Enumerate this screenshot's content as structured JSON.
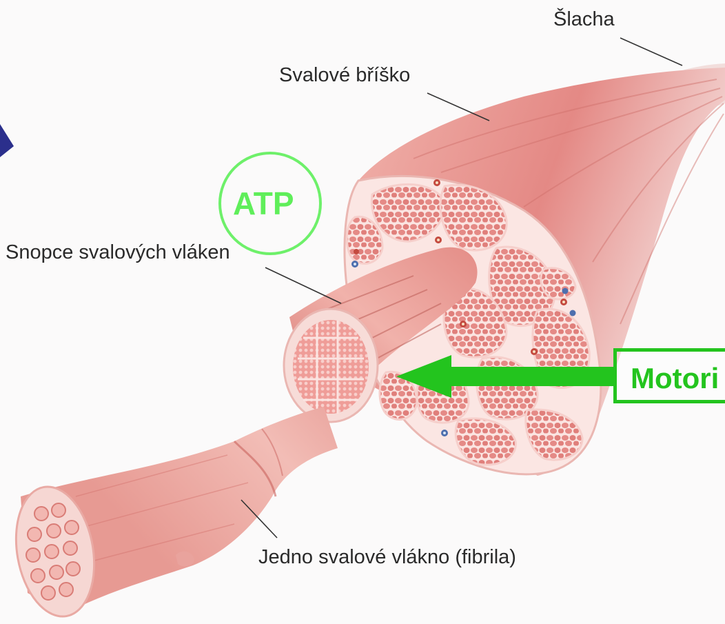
{
  "labels": {
    "tendon": "Šlacha",
    "belly": "Svalové bříško",
    "bundles": "Snopce svalových vláken",
    "fiber": "Jedno svalové vlákno (fibrila)"
  },
  "overlays": {
    "atp": "ATP",
    "motor": "Motori"
  },
  "colors": {
    "highlight_green": "#23c41e",
    "muscle_light": "#f3b7b0",
    "muscle_mid": "#e68e88",
    "muscle_dark": "#c9625e",
    "corner_arrow": "#2b2f8c"
  }
}
